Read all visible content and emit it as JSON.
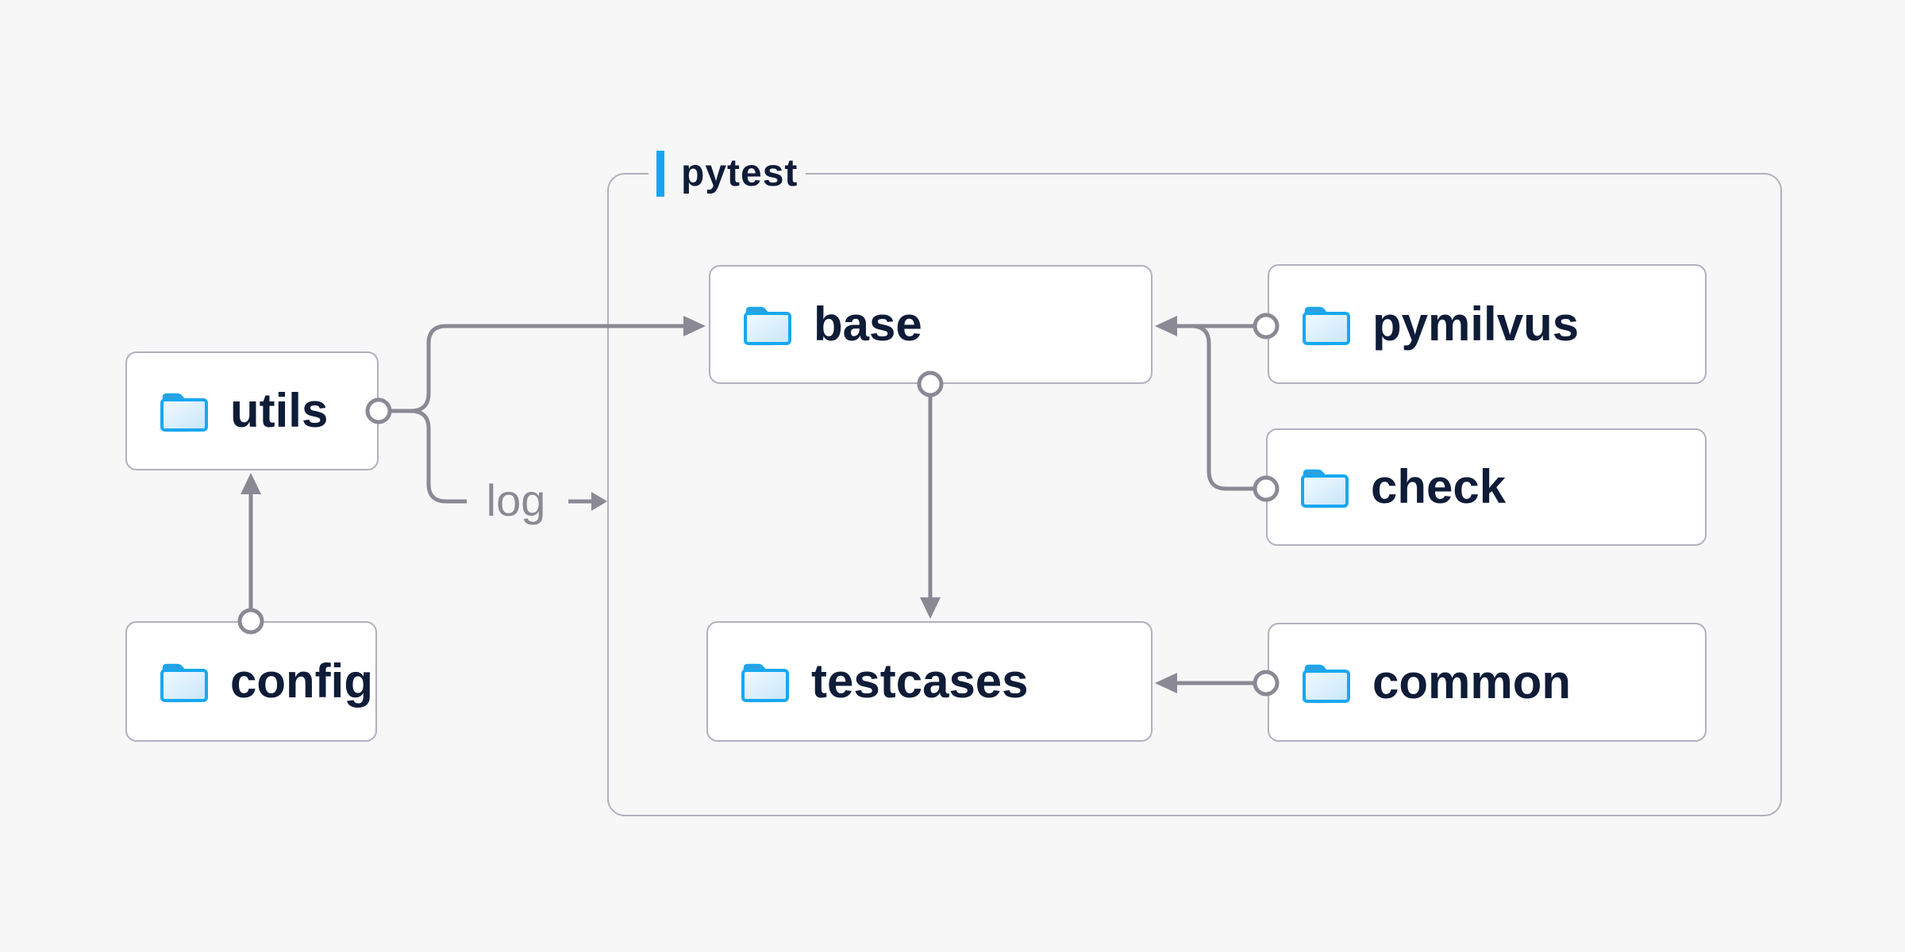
{
  "diagram": {
    "title": "pytest",
    "edge_label": "log",
    "nodes": [
      {
        "id": "utils",
        "label": "utils"
      },
      {
        "id": "config",
        "label": "config"
      },
      {
        "id": "base",
        "label": "base"
      },
      {
        "id": "pymilvus",
        "label": "pymilvus"
      },
      {
        "id": "check",
        "label": "check"
      },
      {
        "id": "testcases",
        "label": "testcases"
      },
      {
        "id": "common",
        "label": "common"
      }
    ],
    "edges": [
      {
        "from": "config",
        "to": "utils"
      },
      {
        "from": "utils",
        "to": "base"
      },
      {
        "from": "utils",
        "to": "log"
      },
      {
        "from": "pymilvus",
        "to": "base"
      },
      {
        "from": "check",
        "to": "base"
      },
      {
        "from": "base",
        "to": "testcases"
      },
      {
        "from": "common",
        "to": "testcases"
      }
    ],
    "colors": {
      "background": "#f7f7f8",
      "node_fill": "#ffffff",
      "node_border": "#b2b0bd",
      "connector": "#8a8994",
      "text": "#0f1c38",
      "accent_blue": "#14a7f1",
      "folder_blue": "#18a8f0",
      "folder_tab": "#2f9fdd"
    }
  }
}
